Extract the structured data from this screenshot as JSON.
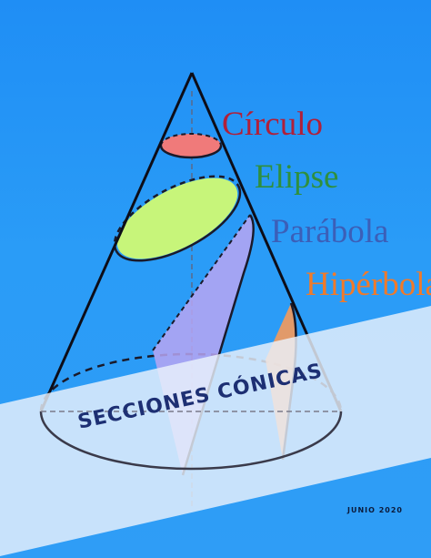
{
  "labels": {
    "circulo": "Círculo",
    "elipse": "Elipse",
    "parabola": "Parábola",
    "hiperbola": "Hipérbola"
  },
  "banner": {
    "title": "SECCIONES CÓNICAS"
  },
  "footer": {
    "date": "JUNIO 2020"
  },
  "colors": {
    "background": "#2a9cf7",
    "circle": "#f07a7a",
    "ellipse": "#c7f57a",
    "parabola": "#b8a6f2",
    "hyperbola": "#f59a5a",
    "banner": "#eaf1fb",
    "title": "#1d2f73"
  }
}
